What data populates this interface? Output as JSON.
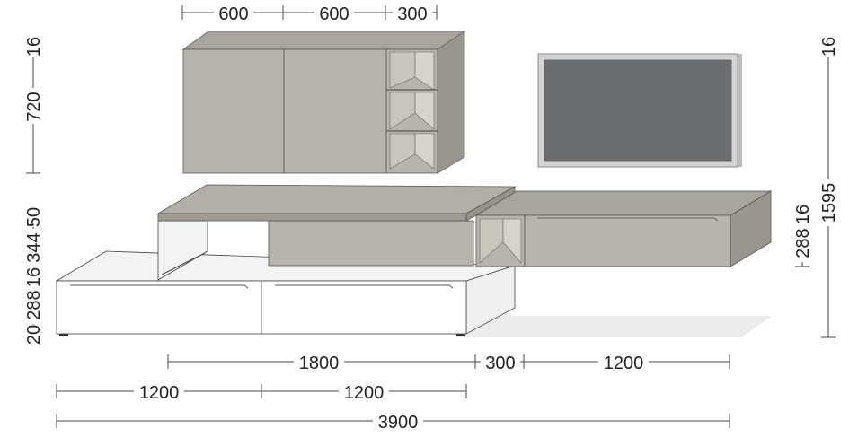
{
  "colors": {
    "cabinet_front": "#b7b4ad",
    "cabinet_top": "#a9a59d",
    "cabinet_side": "#9a968e",
    "shelf_inner": "#c9c5bd",
    "white_front": "#ffffff",
    "white_side": "#f0f0f0",
    "tv_frame": "#d4d4d4",
    "tv_screen": "#6a6e70",
    "shadow": "#ececec",
    "line": "#444444"
  },
  "dimensions": {
    "top": [
      "600",
      "600",
      "300"
    ],
    "left": [
      "16",
      "720",
      "50",
      "344",
      "16",
      "288",
      "20"
    ],
    "right_total": [
      "16",
      "1595"
    ],
    "right_inner": [
      "16",
      "288"
    ],
    "row1": [
      "1800",
      "300",
      "1200"
    ],
    "row2": [
      "1200",
      "1200"
    ],
    "total": "3900"
  }
}
